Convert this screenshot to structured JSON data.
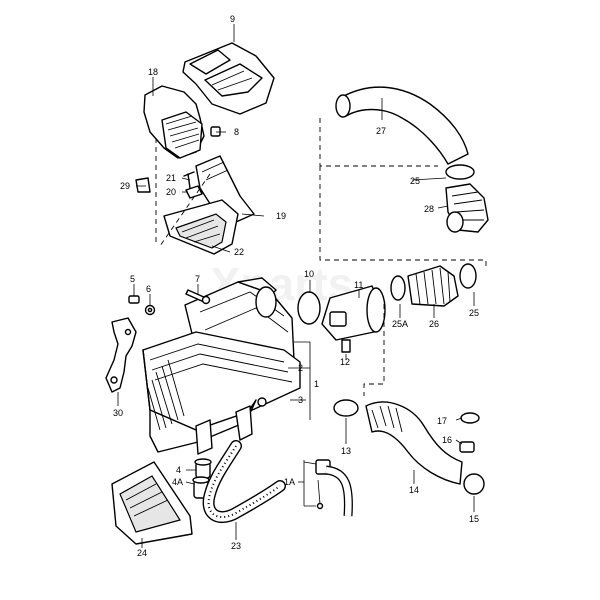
{
  "callouts": {
    "c1": "1",
    "c1A": "1A",
    "c2": "2",
    "c3": "3",
    "c4": "4",
    "c4A": "4A",
    "c5": "5",
    "c6": "6",
    "c7": "7",
    "c8": "8",
    "c9": "9",
    "c10": "10",
    "c11": "11",
    "c12": "12",
    "c13": "13",
    "c14": "14",
    "c15": "15",
    "c16": "16",
    "c17": "17",
    "c18": "18",
    "c19": "19",
    "c20": "20",
    "c21": "21",
    "c22": "22",
    "c23": "23",
    "c24": "24",
    "c25a": "25",
    "c25b": "25",
    "c25A": "25A",
    "c26": "26",
    "c27": "27",
    "c28": "28",
    "c29": "29",
    "c30": "30"
  },
  "watermark": "Xparts"
}
